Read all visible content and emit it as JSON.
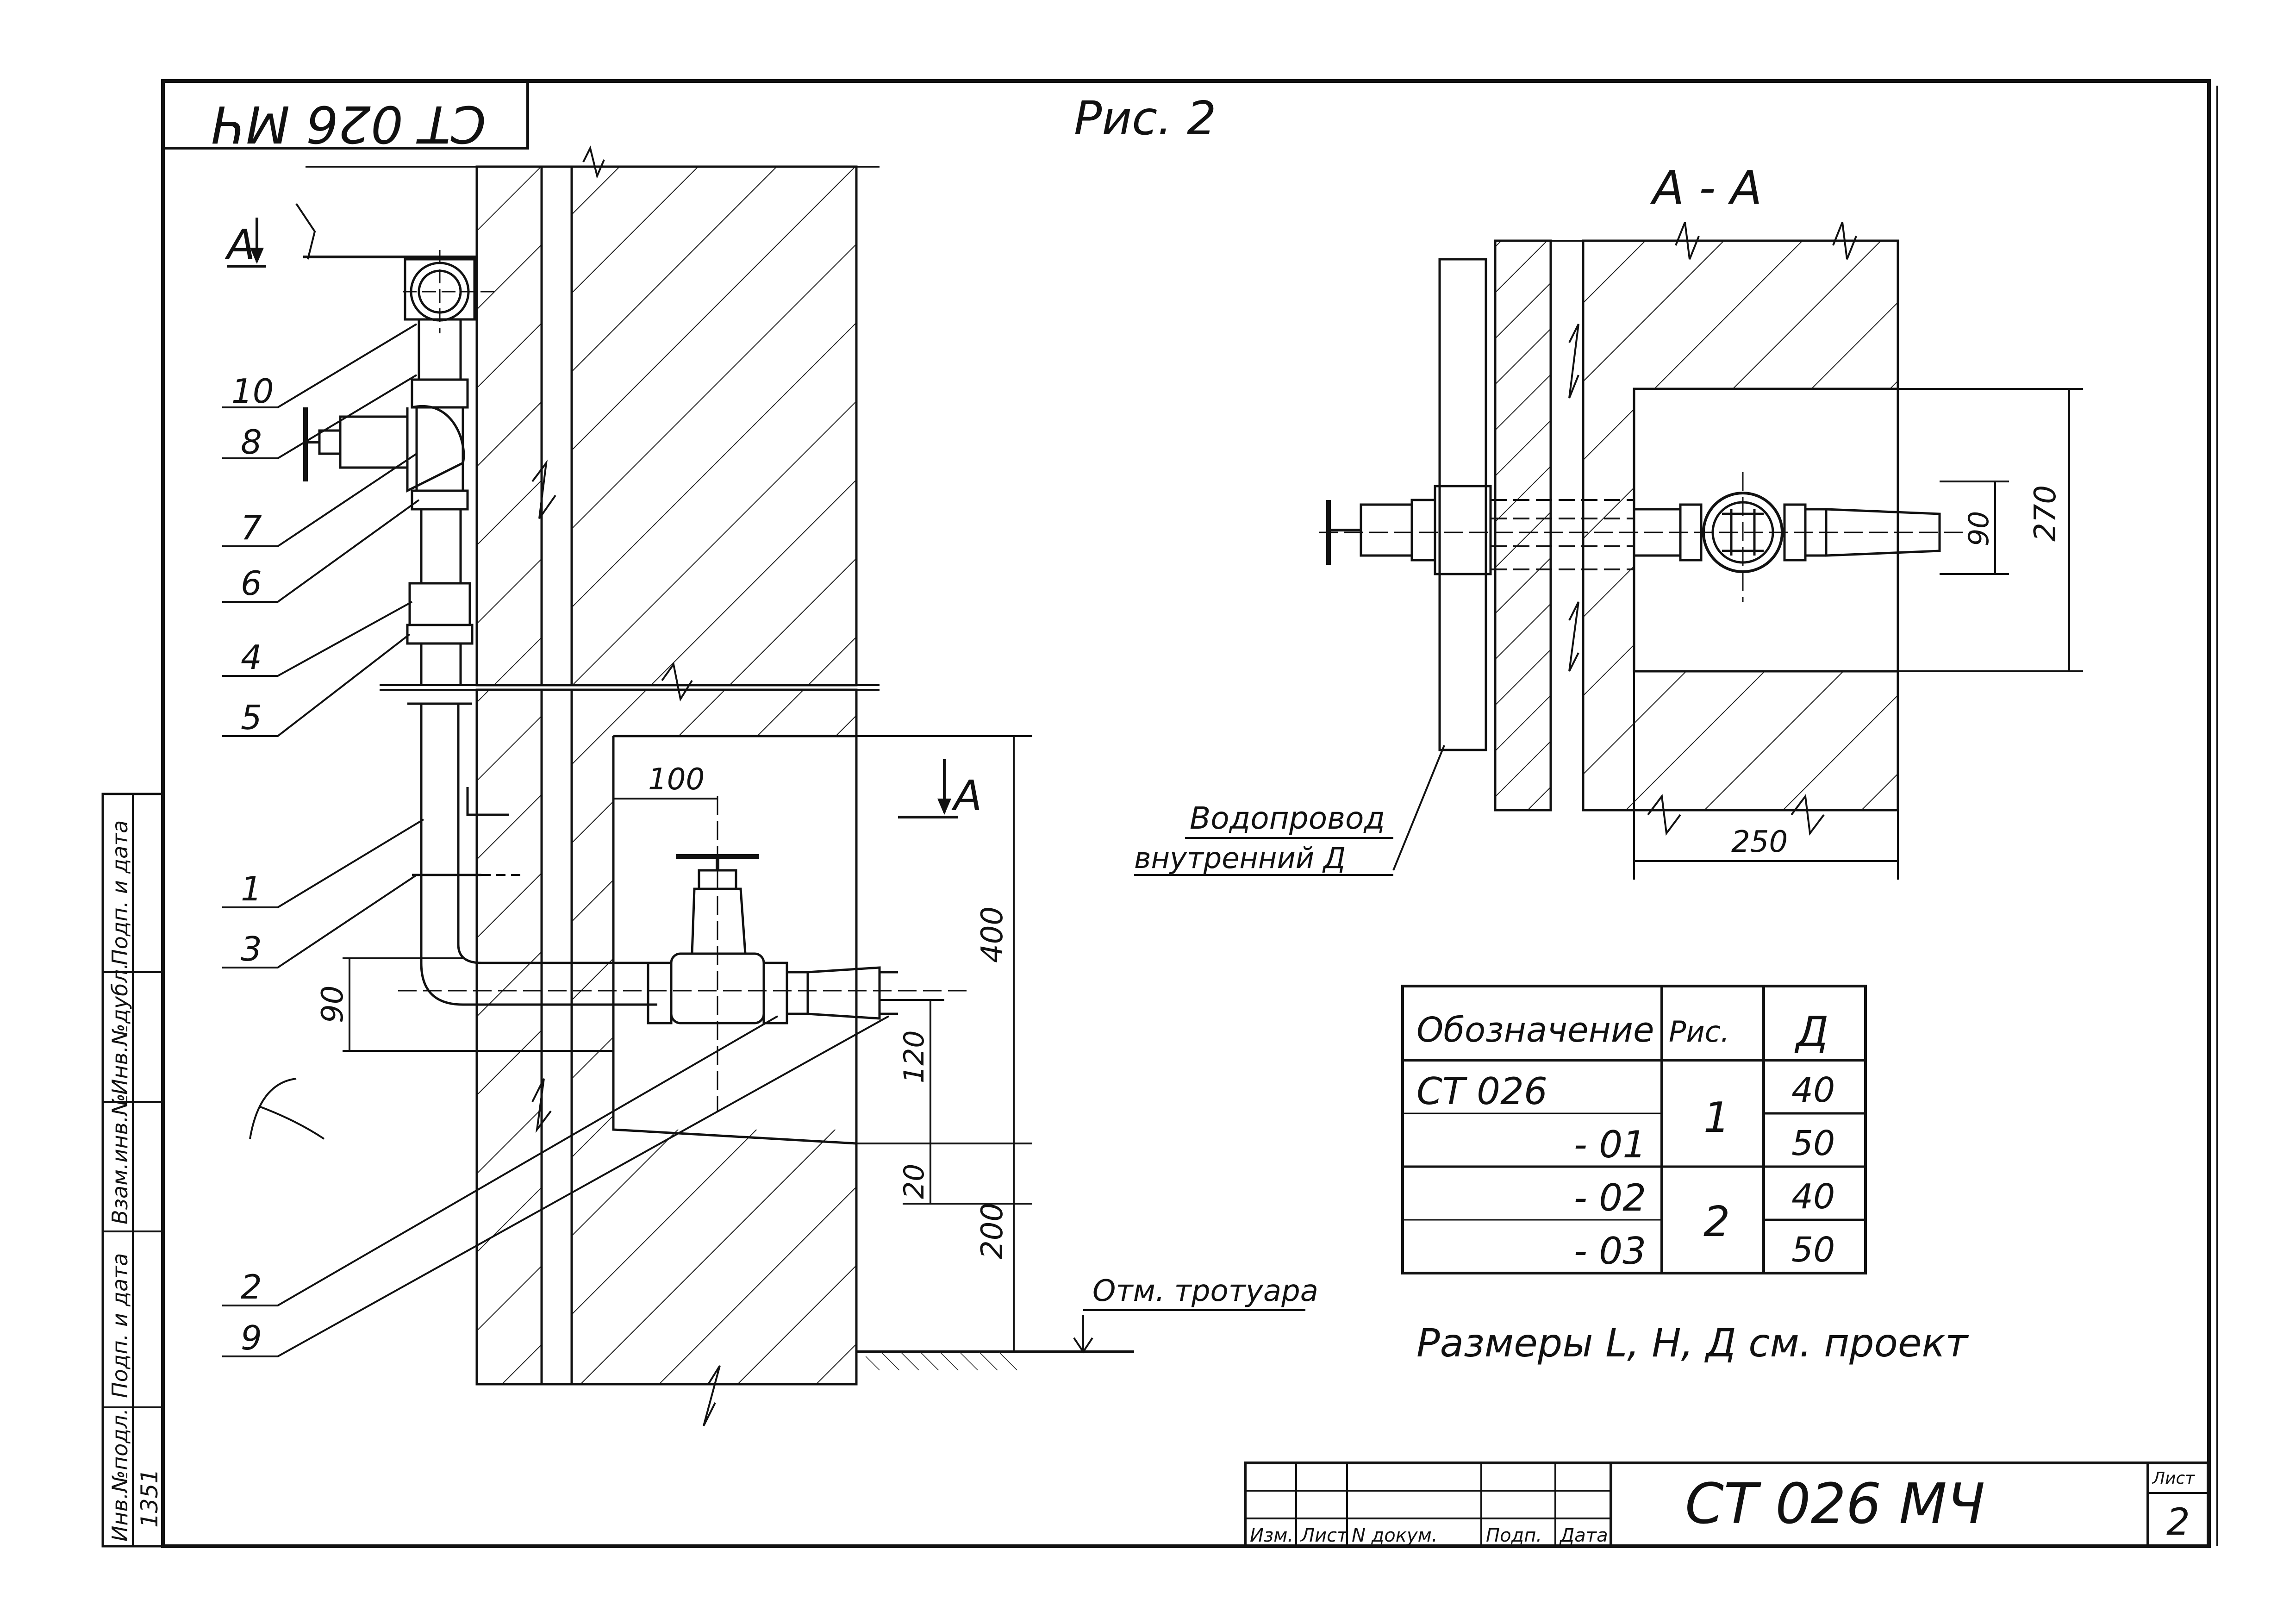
{
  "sheet": {
    "code_mirrored": "СТ 026 МЧ",
    "figure_title": "Рис. 2",
    "section_title": "А - А",
    "section_mark": "А",
    "note": "Размеры L, H, Д  см. проект"
  },
  "callouts": [
    "10",
    "8",
    "7",
    "6",
    "4",
    "5",
    "1",
    "3",
    "2",
    "9"
  ],
  "dimensions": {
    "d100": "100",
    "d400": "400",
    "d90_left": "90",
    "d120": "120",
    "d20": "20",
    "d200": "200",
    "d270": "270",
    "d90_right": "90",
    "d250": "250"
  },
  "labels": {
    "sidewalk": "Отм. тротуара",
    "water_main": "Водопровод",
    "water_main_sub": "внутренний Д"
  },
  "table": {
    "headers": [
      "Обозначение",
      "Рис.",
      "Д"
    ],
    "rows": [
      {
        "designation": "СТ 026",
        "fig": "1",
        "d": "40"
      },
      {
        "designation": "- 01",
        "fig": "",
        "d": "50"
      },
      {
        "designation": "- 02",
        "fig": "2",
        "d": "40"
      },
      {
        "designation": "- 03",
        "fig": "",
        "d": "50"
      }
    ]
  },
  "side_stamp": {
    "cells": [
      "Инв.№подл.",
      "Подп. и дата",
      "Взам.инв.№",
      "Инв.№дубл.",
      "Подп. и дата"
    ],
    "inv_number": "1351"
  },
  "title_block": {
    "headers": [
      "Изм.",
      "Лист",
      "N докум.",
      "Подп.",
      "Дата"
    ],
    "code": "СТ 026  МЧ",
    "sheet_label": "Лист",
    "sheet_number": "2"
  }
}
